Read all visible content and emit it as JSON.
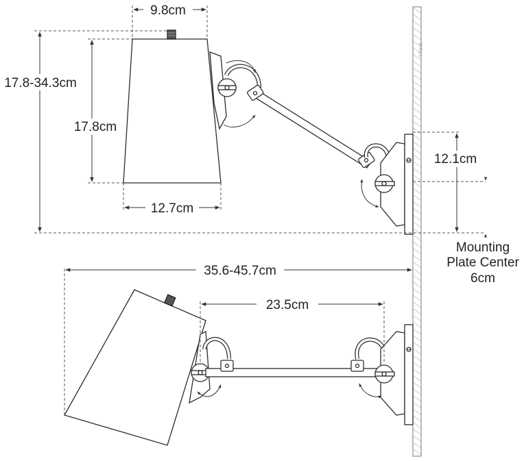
{
  "wall_label": "WALL",
  "dimensions": {
    "top_width": "9.8cm",
    "overall_height_range": "17.8-34.3cm",
    "shade_height": "17.8cm",
    "shade_bottom_width": "12.7cm",
    "plate_height": "12.1cm",
    "extension_range": "35.6-45.7cm",
    "arm_length": "23.5cm"
  },
  "mounting_note": {
    "line1": "Mounting",
    "line2": "Plate Center",
    "line3": "6cm"
  },
  "colors": {
    "line": "#2b2b2b",
    "dim_line": "#555555",
    "wall_hatch": "#888888",
    "background": "#ffffff"
  }
}
